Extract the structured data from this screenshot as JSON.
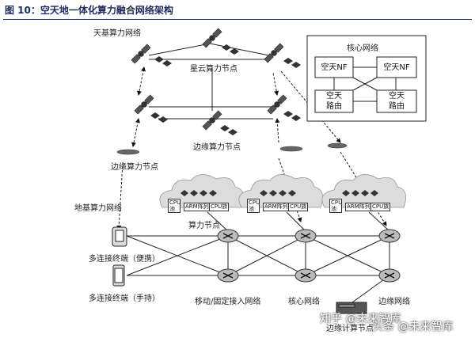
{
  "figure": {
    "title": "图 10：空天地一体化算力融合网络架构"
  },
  "labels": {
    "space_network": "天基算力网络",
    "nebula_node": "星云算力节点",
    "edge_node_sky": "边缘算力节点",
    "edge_node_left": "边缘算力节点",
    "core_network_title": "核心网络",
    "ground_network": "地基算力网络",
    "compute_node": "算力节点",
    "multi_terminal_portable": "多连接终端（便携）",
    "multi_terminal_handheld": "多连接终端（手持）",
    "mobile_fixed_access": "移动/固定接入网络",
    "core_net": "核心网络",
    "edge_net": "边缘网络",
    "edge_server": "边缘计算节点"
  },
  "core_boxes": [
    "空天NF",
    "空天NF",
    "空天\n路由",
    "空天\n路由"
  ],
  "cloud_chips": {
    "pool": "CPU池",
    "arm": "ARM阵列",
    "cpu": "CPU族"
  },
  "watermark": {
    "text1": "知乎 @未来智库",
    "text2": "头条 @未来智库"
  }
}
